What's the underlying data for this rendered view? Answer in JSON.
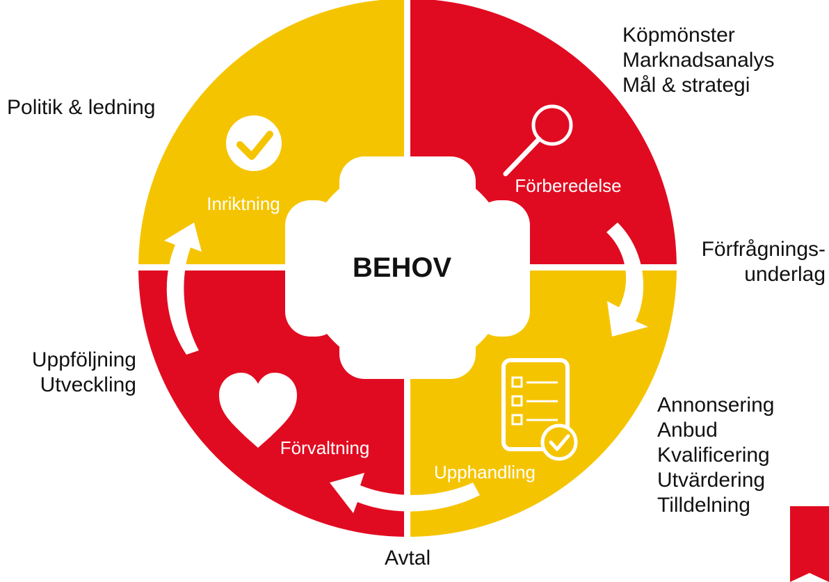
{
  "center": {
    "label": "BEHOV"
  },
  "segments": [
    {
      "key": "inriktning",
      "label": "Inriktning",
      "color": "#f5c400",
      "icon": "checkmark-circle-icon"
    },
    {
      "key": "forberedelse",
      "label": "Förberedelse",
      "color": "#e10b21",
      "icon": "magnifier-icon"
    },
    {
      "key": "upphandling",
      "label": "Upphandling",
      "color": "#f5c400",
      "icon": "checklist-document-icon"
    },
    {
      "key": "forvaltning",
      "label": "Förvaltning",
      "color": "#e10b21",
      "icon": "heart-icon"
    }
  ],
  "side_labels": {
    "politik": [
      "Politik & ledning"
    ],
    "kopmonster": [
      "Köpmönster",
      "Marknadsanalys",
      "Mål & strategi"
    ],
    "forfragning": [
      "Förfrågnings-",
      "underlag"
    ],
    "annonsering": [
      "Annonsering",
      "Anbud",
      "Kvalificering",
      "Utvärdering",
      "Tilldelning"
    ],
    "uppfoljning": [
      "Uppföljning",
      "Utveckling"
    ],
    "avtal": [
      "Avtal"
    ]
  },
  "colors": {
    "yellow": "#f5c400",
    "red": "#e10b21",
    "white": "#ffffff",
    "text": "#111111"
  }
}
